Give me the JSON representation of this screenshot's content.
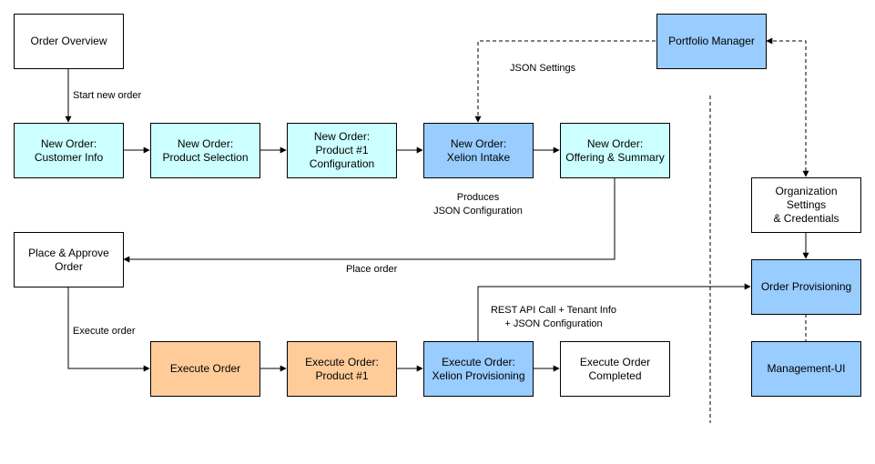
{
  "boxes": {
    "order_overview": "Order Overview",
    "customer_info": "New Order:\nCustomer Info",
    "product_selection": "New Order:\nProduct Selection",
    "product_config": "New Order:\nProduct #1\nConfiguration",
    "xelion_intake": "New Order:\nXelion Intake",
    "offering_summary": "New Order:\nOffering & Summary",
    "place_approve": "Place & Approve\nOrder",
    "execute_order": "Execute Order",
    "execute_product": "Execute Order:\nProduct #1",
    "xelion_provisioning": "Execute Order:\nXelion Provisioning",
    "order_completed": "Execute Order\nCompleted",
    "portfolio_manager": "Portfolio Manager",
    "org_settings": "Organization\nSettings\n& Credentials",
    "order_provisioning": "Order Provisioning",
    "management_ui": "Management-UI"
  },
  "labels": {
    "start_new_order": "Start new order",
    "json_settings": "JSON Settings",
    "produces_json": "Produces\nJSON Configuration",
    "place_order": "Place order",
    "execute_order": "Execute order",
    "rest_api_call": "REST API Call + Tenant Info\n+ JSON Configuration"
  },
  "colors": {
    "new_order_fill": "#ccffff",
    "highlight_fill": "#99ccff",
    "execute_fill": "#ffcc99",
    "default_fill": "#ffffff",
    "line": "#000000"
  }
}
